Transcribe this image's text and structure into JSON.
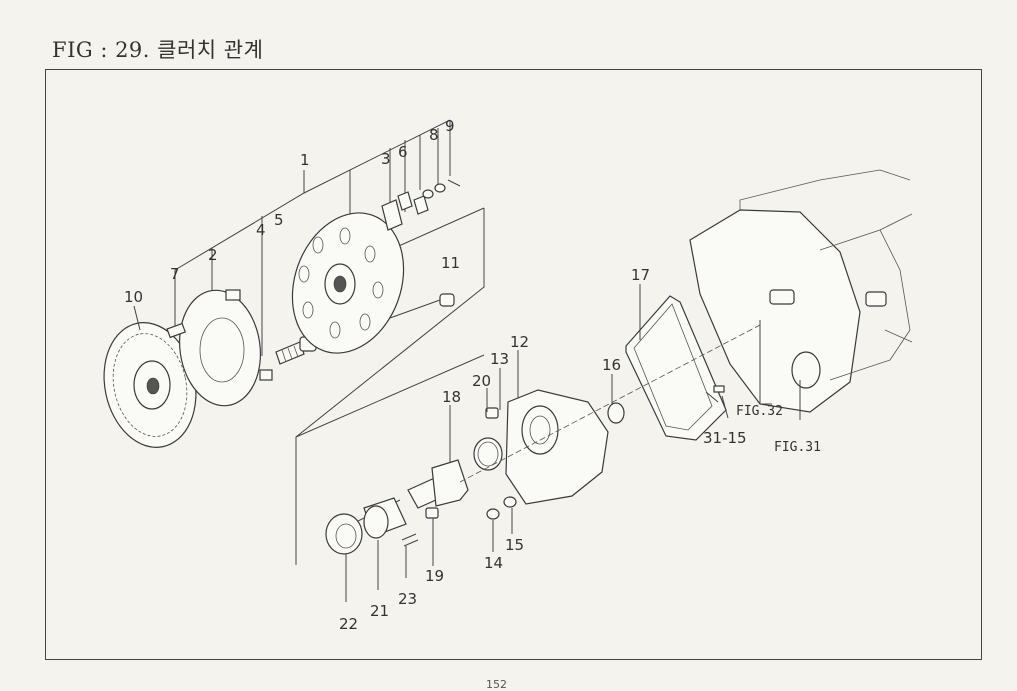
{
  "title": "FIG : 29. 클러치 관계",
  "page_number": "152",
  "callouts": {
    "c1": "1",
    "c2": "2",
    "c3": "3",
    "c4": "4",
    "c5": "5",
    "c6": "6",
    "c7": "7",
    "c8": "8",
    "c9": "9",
    "c10": "10",
    "c11": "11",
    "c12": "12",
    "c13": "13",
    "c14": "14",
    "c15": "15",
    "c16": "16",
    "c17": "17",
    "c18": "18",
    "c19": "19",
    "c20": "20",
    "c21": "21",
    "c22": "22",
    "c23": "23",
    "c31_15": "31-15",
    "fig32": "FIG.32",
    "fig31": "FIG.31"
  }
}
